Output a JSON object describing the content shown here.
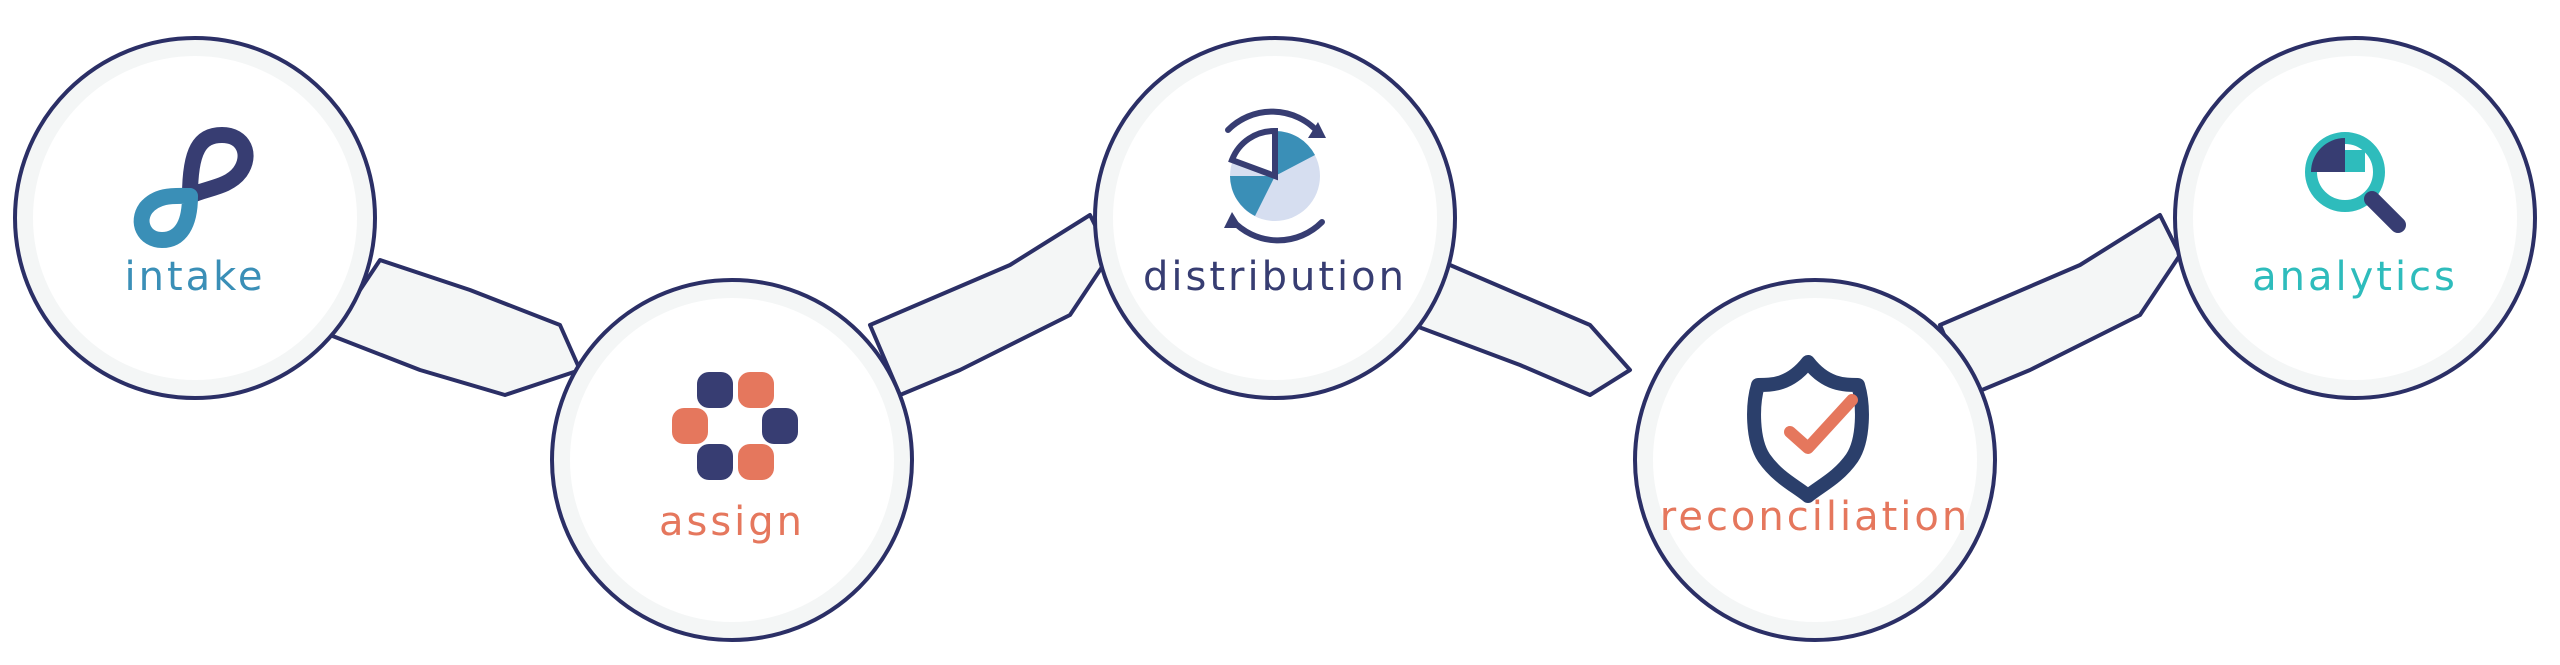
{
  "colors": {
    "outline": "#2b2f66",
    "fill": "#f4f6f6",
    "navy": "#373d72",
    "blue": "#3a8fb7",
    "coral": "#e5775d",
    "teal": "#2ebcbc",
    "light_blue": "#d6def0"
  },
  "steps": [
    {
      "label": "intake",
      "icon": "infinity-loop-icon",
      "color": "#3a8fb7"
    },
    {
      "label": "assign",
      "icon": "people-circle-icon",
      "color": "#e5775d"
    },
    {
      "label": "distribution",
      "icon": "pie-cycle-icon",
      "color": "#373d72"
    },
    {
      "label": "reconciliation",
      "icon": "shield-check-icon",
      "color": "#e5775d"
    },
    {
      "label": "analytics",
      "icon": "magnifier-chart-icon",
      "color": "#2ebcbc"
    }
  ]
}
